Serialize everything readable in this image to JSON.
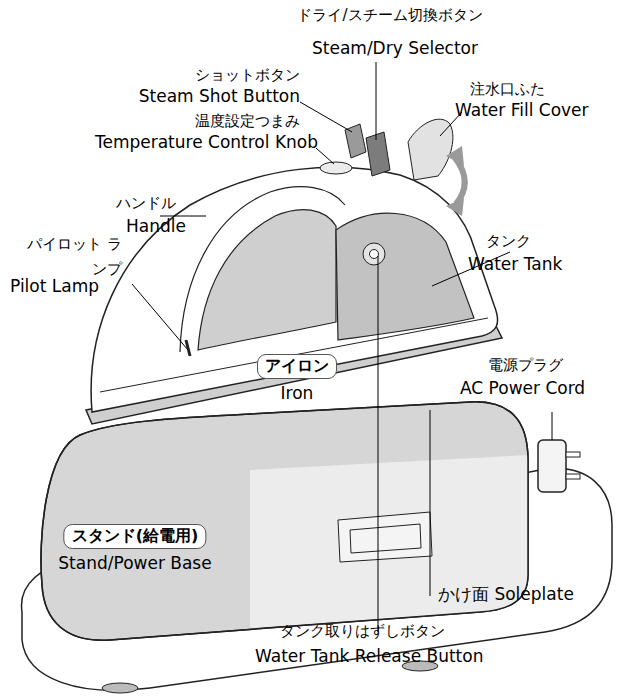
{
  "diagram": {
    "nodes": [
      {
        "text": [
          "アイロン",
          "Iron"
        ]
      },
      {
        "text": [
          "スタンド(給電用)",
          "Stand/Power Base"
        ]
      }
    ],
    "labels": [
      "ドライ/スチーム切換ボタン",
      "Steam/Dry Selector",
      "ショットボタン",
      "Steam Shot Button",
      "温度設定つまみ",
      "Temperature Control Knob",
      "注水口ふた",
      "Water Fill Cover",
      "ハンドル",
      "Handle",
      "パイロット ランプ",
      "Pilot Lamp",
      "タンク",
      "Water Tank",
      "電源プラグ",
      "AC Power Cord",
      "かけ面 Soleplate",
      "タンク取りはずしボタン",
      "Water Tank Release Button"
    ]
  }
}
